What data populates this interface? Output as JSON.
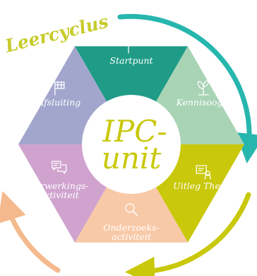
{
  "title": "Leercyclus",
  "center": {
    "line1": "IPC-",
    "line2": "unit"
  },
  "segments": [
    {
      "label": "Startpunt",
      "icon": "flag-icon",
      "color": "#1f9b87"
    },
    {
      "label": "Kennisoogst",
      "icon": "plant-icon",
      "color": "#a8d4b5"
    },
    {
      "label": "Uitleg Thema",
      "icon": "teaching-icon",
      "color": "#c9c80a"
    },
    {
      "label": "Onderzoeks-\nactiviteit",
      "icon": "magnifier-icon",
      "color": "#f8c9a7"
    },
    {
      "label": "Verwerkings-\nactiviteit",
      "icon": "chat-bubbles-icon",
      "color": "#d0a3cf"
    },
    {
      "label": "Afsluiting",
      "icon": "finish-flag-icon",
      "color": "#a2a6cd"
    }
  ],
  "colors": {
    "title": "#c7cb2a",
    "center_text": "#c9c80a",
    "center_circle": "#ffffff",
    "arrow_outer": "#27b6ae",
    "arrow_bottom": "#c9c80a",
    "arrow_left": "#f4b98c"
  }
}
